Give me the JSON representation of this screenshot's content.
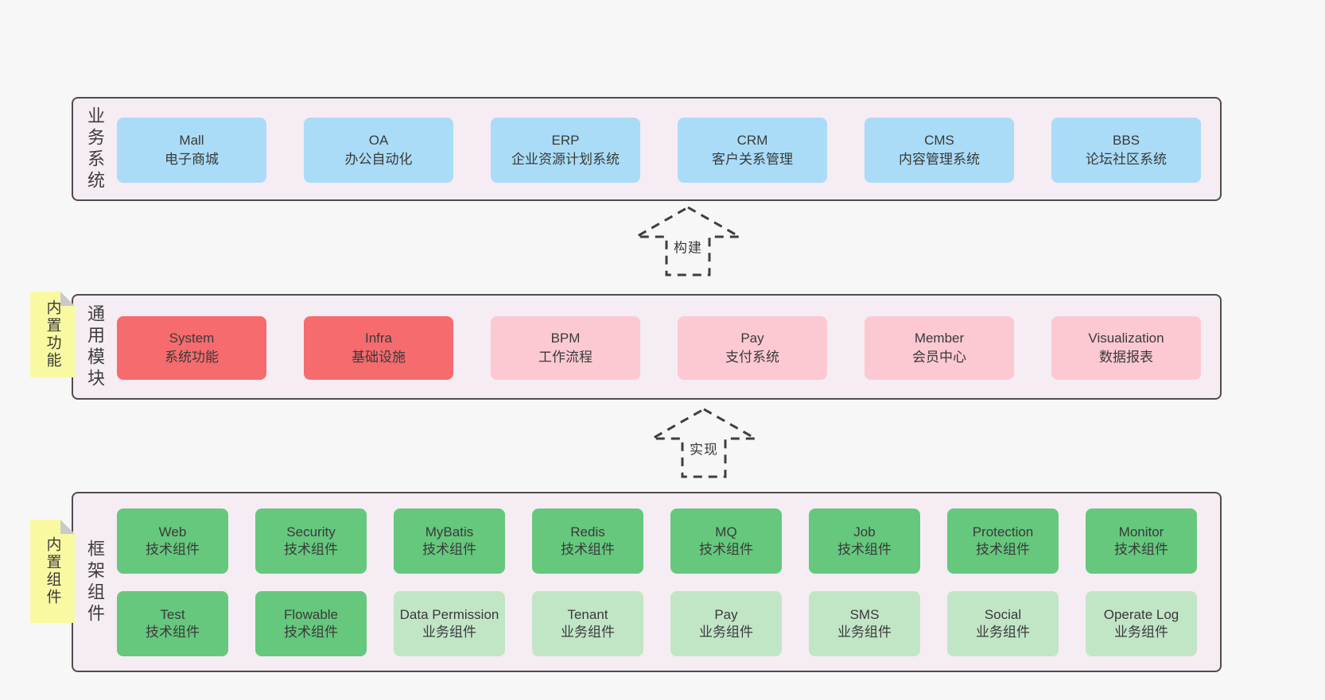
{
  "diagram": {
    "colors": {
      "background": "#f7f7f7",
      "container": "#f6ecf3",
      "outline": "#4d4d4d",
      "text": "#3d3d3d",
      "blue": "#aadcf7",
      "red": "#f56b6e",
      "pink": "#fcc9d3",
      "green_dark": "#65c87d",
      "green_light": "#c1e6c6",
      "yellow": "#f9f9a2"
    },
    "arrows": [
      {
        "label": "构建"
      },
      {
        "label": "实现"
      }
    ],
    "notes": [
      {
        "label": "内置功能"
      },
      {
        "label": "内置组件"
      }
    ],
    "bands": [
      {
        "label": "业务系统",
        "boxes": [
          {
            "title": "Mall",
            "subtitle": "电子商城"
          },
          {
            "title": "OA",
            "subtitle": "办公自动化"
          },
          {
            "title": "ERP",
            "subtitle": "企业资源计划系统"
          },
          {
            "title": "CRM",
            "subtitle": "客户关系管理"
          },
          {
            "title": "CMS",
            "subtitle": "内容管理系统"
          },
          {
            "title": "BBS",
            "subtitle": "论坛社区系统"
          }
        ]
      },
      {
        "label": "通用模块",
        "boxes": [
          {
            "title": "System",
            "subtitle": "系统功能"
          },
          {
            "title": "Infra",
            "subtitle": "基础设施"
          },
          {
            "title": "BPM",
            "subtitle": "工作流程"
          },
          {
            "title": "Pay",
            "subtitle": "支付系统"
          },
          {
            "title": "Member",
            "subtitle": "会员中心"
          },
          {
            "title": "Visualization",
            "subtitle": "数据报表"
          }
        ]
      },
      {
        "label": "框架组件",
        "rows": [
          [
            {
              "title": "Web",
              "subtitle": "技术组件"
            },
            {
              "title": "Security",
              "subtitle": "技术组件"
            },
            {
              "title": "MyBatis",
              "subtitle": "技术组件"
            },
            {
              "title": "Redis",
              "subtitle": "技术组件"
            },
            {
              "title": "MQ",
              "subtitle": "技术组件"
            },
            {
              "title": "Job",
              "subtitle": "技术组件"
            },
            {
              "title": "Protection",
              "subtitle": "技术组件"
            },
            {
              "title": "Monitor",
              "subtitle": "技术组件"
            }
          ],
          [
            {
              "title": "Test",
              "subtitle": "技术组件"
            },
            {
              "title": "Flowable",
              "subtitle": "技术组件"
            },
            {
              "title": "Data Permission",
              "subtitle": "业务组件"
            },
            {
              "title": "Tenant",
              "subtitle": "业务组件"
            },
            {
              "title": "Pay",
              "subtitle": "业务组件"
            },
            {
              "title": "SMS",
              "subtitle": "业务组件"
            },
            {
              "title": "Social",
              "subtitle": "业务组件"
            },
            {
              "title": "Operate Log",
              "subtitle": "业务组件"
            }
          ]
        ]
      }
    ]
  }
}
